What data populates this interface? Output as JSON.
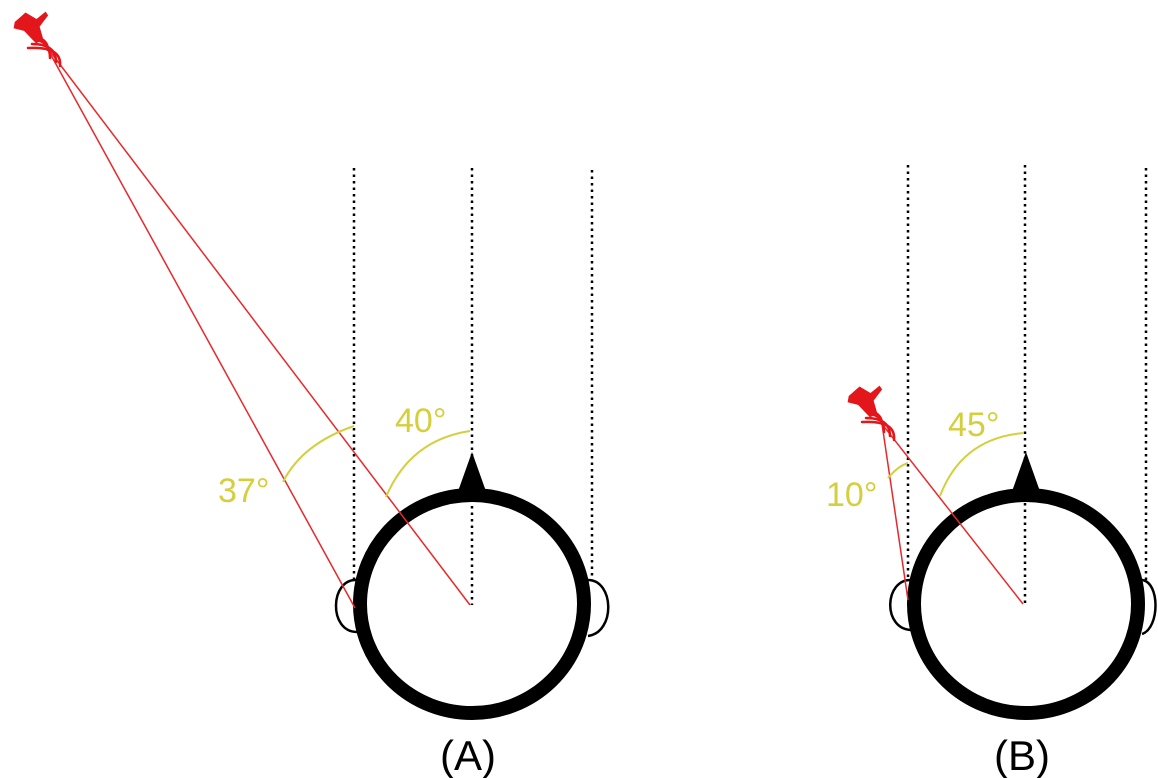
{
  "colors": {
    "head": "#000000",
    "ray": "#e8282b",
    "angle": "#d4cf3d",
    "speaker": "#e3161b",
    "guide": "#000000"
  },
  "panels": [
    {
      "id": "A",
      "label": "(A)",
      "angles": {
        "left_ear": "37°",
        "center": "40°"
      }
    },
    {
      "id": "B",
      "label": "(B)",
      "angles": {
        "left_ear": "10°",
        "center": "45°"
      }
    }
  ]
}
